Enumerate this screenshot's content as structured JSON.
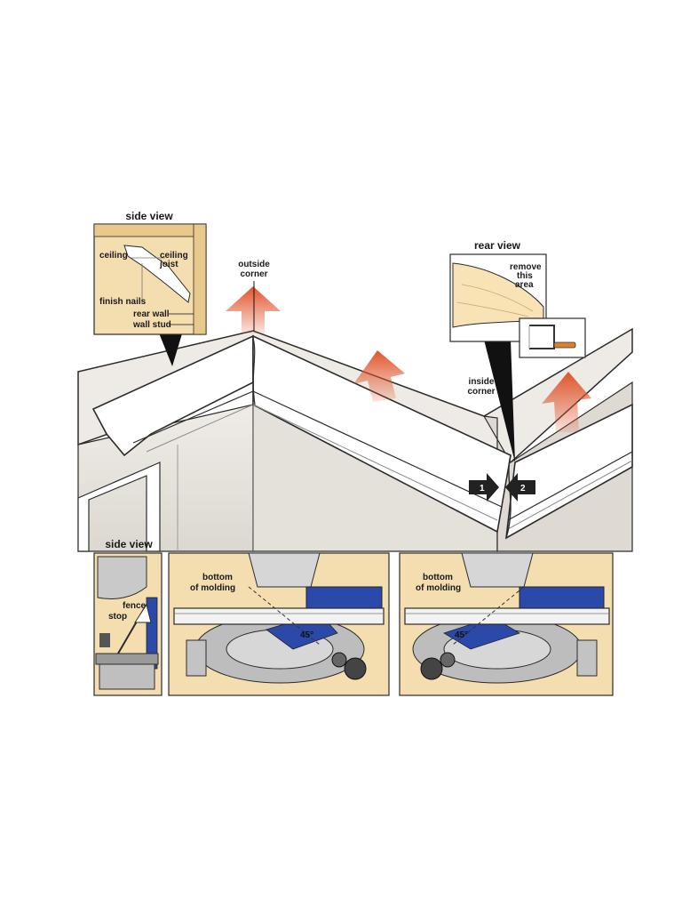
{
  "labels": {
    "outside_corner": [
      "outside",
      "corner"
    ],
    "inside_corner": [
      "inside",
      "corner"
    ],
    "side_view_top": "side view",
    "side_view_bottom": "side view",
    "rear_view": "rear view",
    "ceiling": "ceiling",
    "ceiling_joist": [
      "ceiling",
      "joist"
    ],
    "finish_nails": "finish nails",
    "rear_wall": "rear wall",
    "wall_stud": "wall stud",
    "remove_area": [
      "remove",
      "this",
      "area"
    ],
    "fence": "fence",
    "stop": "stop",
    "bottom_molding_left": [
      "bottom",
      "of molding"
    ],
    "bottom_molding_right": [
      "bottom",
      "of molding"
    ],
    "angle_left": "45°",
    "angle_right": "45°",
    "step_1": "1",
    "step_2": "2"
  },
  "colors": {
    "wall": "#e9e6e1",
    "wall_dark": "#d3cfc8",
    "molding": "#ffffff",
    "inset_bg": "#f4deb0",
    "arrow": "#e0542a",
    "saw_blue": "#2a49a8",
    "saw_gray": "#9a9a9a",
    "outline": "#2b2b2b"
  }
}
